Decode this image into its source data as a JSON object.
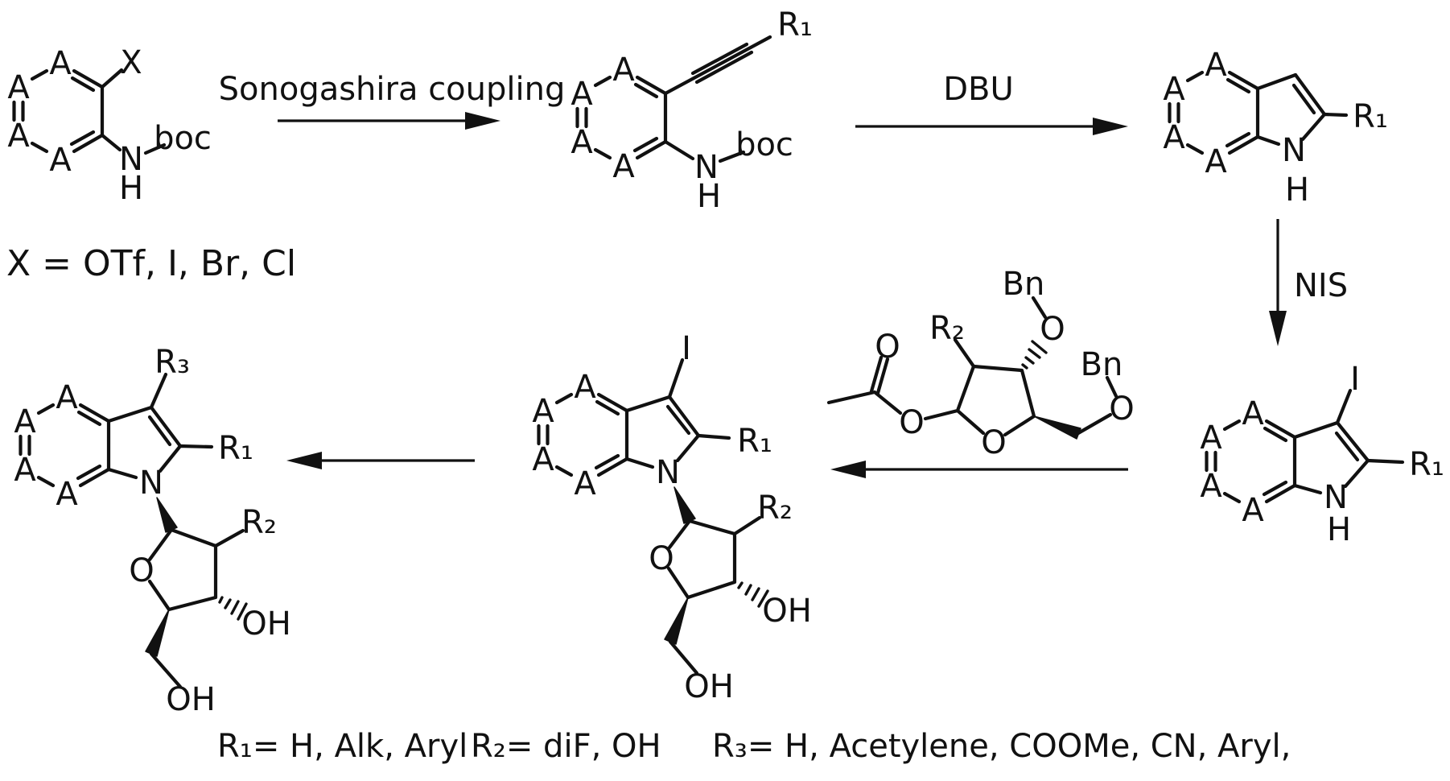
{
  "labels": {
    "A": "A",
    "X": "X",
    "N": "N",
    "H": "H",
    "I": "I",
    "O": "O",
    "OH": "OH",
    "boc": "boc",
    "Bn": "Bn",
    "R1": "R₁",
    "R2": "R₂",
    "R3": "R₃"
  },
  "reagents": {
    "sonogashira": "Sonogashira coupling",
    "dbu": "DBU",
    "nis": "NIS"
  },
  "legend": {
    "x": "X = OTf, I, Br, Cl",
    "r1": "R₁= H, Alk, Aryl",
    "r2": "R₂= diF, OH",
    "r3": "R₃= H, Acetylene, COOMe, CN, Aryl,"
  },
  "colors": {
    "ink": "#111111",
    "background": "#ffffff"
  }
}
